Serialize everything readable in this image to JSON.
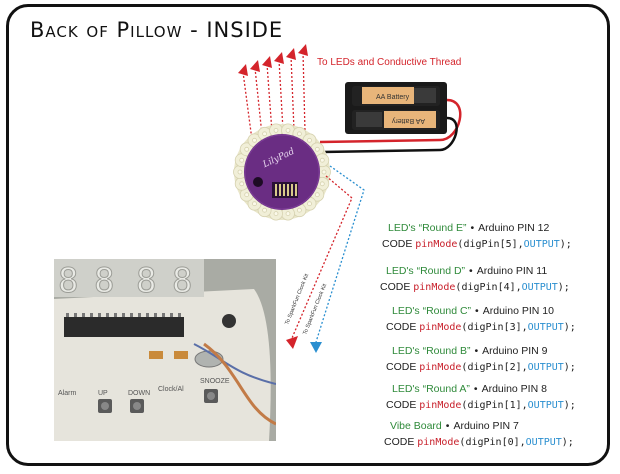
{
  "title": "Back of Pillow - INSIDE",
  "labels": {
    "leds_thread": "To LEDs and Conductive Thread",
    "sparkfun_1": "To SparkFun Clock Kit",
    "sparkfun_2": "To SparkFun Clock Kit",
    "battery_1": "AA Battery",
    "battery_2": "AA Battery",
    "board_logo": "LilyPad"
  },
  "code_prefix": "CODE",
  "pins": [
    {
      "name": "LED's “Round E”",
      "bullet": "•",
      "pin": "Arduino PIN 12",
      "fn": "pinMode",
      "args_open": "(digPin[5],",
      "mode": "OUTPUT",
      "args_close": ");"
    },
    {
      "name": "LED's “Round D”",
      "bullet": "•",
      "pin": "Arduino PIN 11",
      "fn": "pinMode",
      "args_open": "(digPin[4],",
      "mode": "OUTPUT",
      "args_close": ");"
    },
    {
      "name": "LED's “Round C”",
      "bullet": "•",
      "pin": "Arduino PIN 10",
      "fn": "pinMode",
      "args_open": "(digPin[3],",
      "mode": "OUTPUT",
      "args_close": ");"
    },
    {
      "name": "LED's “Round B”",
      "bullet": "•",
      "pin": "Arduino PIN 9",
      "fn": "pinMode",
      "args_open": "(digPin[2],",
      "mode": "OUTPUT",
      "args_close": ");"
    },
    {
      "name": "LED's “Round A”",
      "bullet": "•",
      "pin": "Arduino PIN 8",
      "fn": "pinMode",
      "args_open": "(digPin[1],",
      "mode": "OUTPUT",
      "args_close": ");"
    },
    {
      "name": "Vibe Board",
      "bullet": "•",
      "pin": "Arduino PIN 7",
      "fn": "pinMode",
      "args_open": "(digPin[0],",
      "mode": "OUTPUT",
      "args_close": ");"
    }
  ],
  "photo": {
    "display_digits": [
      "8",
      "8",
      "8",
      "8"
    ],
    "btn_labels": [
      "Alarm",
      "UP",
      "DOWN",
      "Clock/Al",
      "SNOOZE"
    ]
  },
  "colors": {
    "red_wire": "#d4242b",
    "blue_wire": "#2a8fd0",
    "board_purple": "#6a2d83",
    "green_text": "#2f8a3a"
  }
}
